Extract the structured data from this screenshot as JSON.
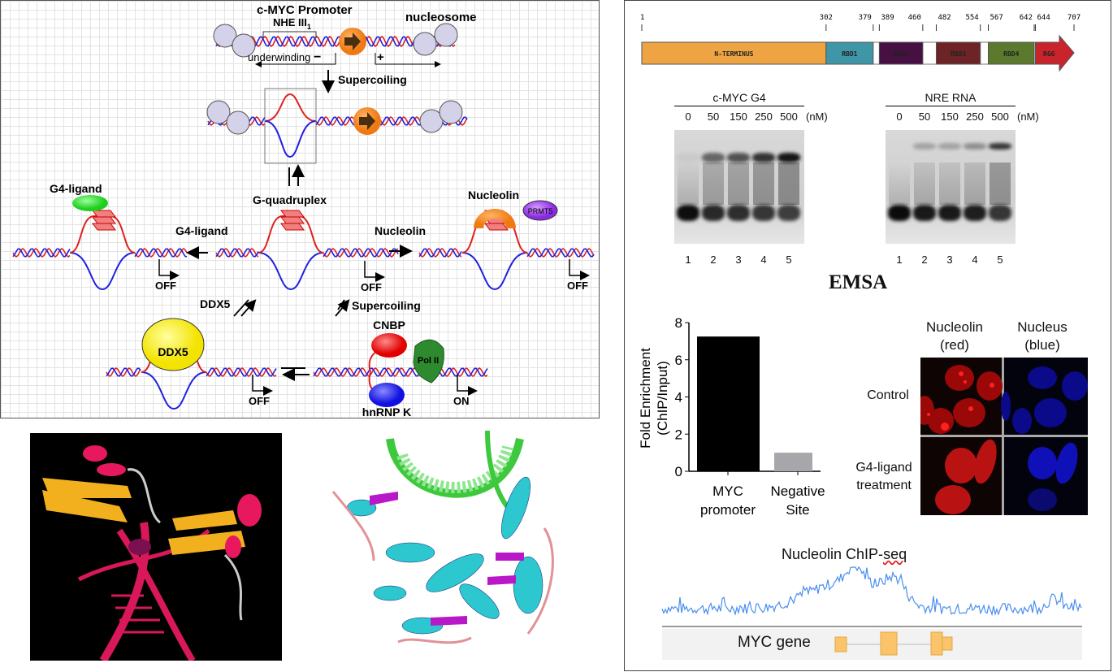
{
  "schematic": {
    "promoter_title": "c-MYC Promoter",
    "nhe": "NHE III",
    "nhe_sub": "1",
    "nucleosome": "nucleosome",
    "underwinding": "underwinding",
    "minus": "−",
    "plus": "+",
    "supercoiling_1": "Supercoiling",
    "g_quadruplex": "G-quadruplex",
    "g4_ligand_bound": "G4-ligand",
    "g4_ligand_arrow": "G4-ligand",
    "nucleolin_arrow": "Nucleolin",
    "nucleolin_bound": "Nucleolin",
    "prmt5": "PRMT5",
    "off": "OFF",
    "on": "ON",
    "ddx5_arrow": "DDX5",
    "ddx5_bound": "DDX5",
    "supercoiling_2": "Supercoiling",
    "cnbp": "CNBP",
    "pol2": "Pol II",
    "hnrnpk": "hnRNP K"
  },
  "domain_map": {
    "ticks": [
      1,
      302,
      379,
      389,
      460,
      482,
      554,
      567,
      642,
      644,
      707
    ],
    "domains": [
      {
        "label": "N-TERMINUS",
        "start": 1,
        "end": 302,
        "color": "#eea443"
      },
      {
        "label": "RBD1",
        "start": 302,
        "end": 379,
        "color": "#3f96a6"
      },
      {
        "label": "RBD2",
        "start": 389,
        "end": 460,
        "color": "#461043"
      },
      {
        "label": "RBD3",
        "start": 482,
        "end": 554,
        "color": "#6e2426"
      },
      {
        "label": "RBD4",
        "start": 567,
        "end": 642,
        "color": "#5b7a2e"
      },
      {
        "label": "RGG",
        "start": 644,
        "end": 707,
        "color": "#c9242b"
      }
    ]
  },
  "emsa": {
    "title": "EMSA",
    "gels": [
      {
        "title": "c-MYC G4",
        "concentrations": [
          "0",
          "50",
          "150",
          "250",
          "500"
        ],
        "unit": "(nM)",
        "lanes": [
          "1",
          "2",
          "3",
          "4",
          "5"
        ],
        "shift": [
          0.05,
          0.55,
          0.65,
          0.8,
          0.95
        ]
      },
      {
        "title": "NRE RNA",
        "concentrations": [
          "0",
          "50",
          "150",
          "250",
          "500"
        ],
        "unit": "(nM)",
        "lanes": [
          "1",
          "2",
          "3",
          "4",
          "5"
        ],
        "shift": [
          0.0,
          0.25,
          0.25,
          0.35,
          0.8
        ]
      }
    ]
  },
  "chart_data": {
    "type": "bar",
    "categories": [
      "MYC promoter",
      "Negative Site"
    ],
    "category_lines": [
      [
        "MYC",
        "promoter"
      ],
      [
        "Negative",
        "Site"
      ]
    ],
    "values": [
      7.25,
      1.0
    ],
    "colors": [
      "#000000",
      "#a7a7ab"
    ],
    "ylabel_lines": [
      "Fold Enrichment",
      "(ChIP/Input)"
    ],
    "yticks": [
      0,
      2,
      4,
      6,
      8
    ],
    "ylim": [
      0,
      8
    ],
    "xlabel": "",
    "title": ""
  },
  "microscopy": {
    "columns": [
      [
        "Nucleolin",
        "(red)"
      ],
      [
        "Nucleus",
        "(blue)"
      ]
    ],
    "rows": [
      [
        "Control"
      ],
      [
        "G4-ligand",
        "treatment"
      ]
    ]
  },
  "chipseq": {
    "title_main": "Nucleolin ChIP-",
    "title_spell": "seq",
    "gene_label": "MYC gene"
  }
}
